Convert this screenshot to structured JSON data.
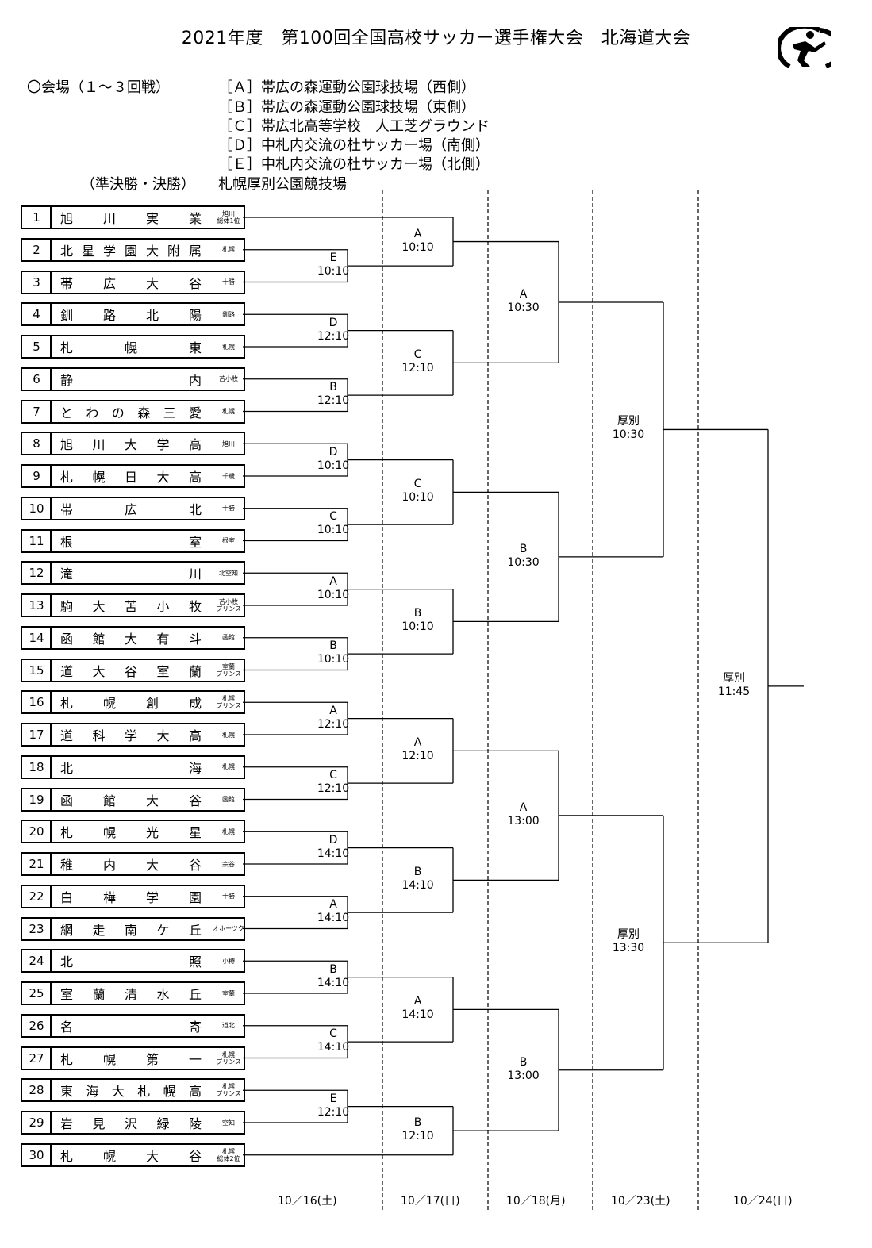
{
  "title": "2021年度　第100回全国高校サッカー選手権大会　北海道大会",
  "venues": {
    "label": "〇会場（１～３回戦）",
    "list": [
      "［Ａ］帯広の森運動公園球技場（西側）",
      "［Ｂ］帯広の森運動公園球技場（東側）",
      "［Ｃ］帯広北高等学校　人工芝グラウンド",
      "［Ｄ］中札内交流の杜サッカー場（南側）",
      "［Ｅ］中札内交流の杜サッカー場（北側）"
    ],
    "final_label": "（準決勝・決勝）",
    "final_venue": "札幌厚別公園競技場"
  },
  "teams": [
    {
      "no": "1",
      "school": "旭川実業",
      "region": "旭川\n総体1位"
    },
    {
      "no": "2",
      "school": "北星学園大附属",
      "region": "札幌"
    },
    {
      "no": "3",
      "school": "帯広大谷",
      "region": "十勝"
    },
    {
      "no": "4",
      "school": "釧路北陽",
      "region": "釧路"
    },
    {
      "no": "5",
      "school": "札幌東",
      "region": "札幌"
    },
    {
      "no": "6",
      "school": "静内",
      "region": "苫小牧"
    },
    {
      "no": "7",
      "school": "とわの森三愛",
      "region": "札幌"
    },
    {
      "no": "8",
      "school": "旭川大学高",
      "region": "旭川"
    },
    {
      "no": "9",
      "school": "札幌日大高",
      "region": "千歳"
    },
    {
      "no": "10",
      "school": "帯広北",
      "region": "十勝"
    },
    {
      "no": "11",
      "school": "根室",
      "region": "根室"
    },
    {
      "no": "12",
      "school": "滝川",
      "region": "北空知"
    },
    {
      "no": "13",
      "school": "駒大苫小牧",
      "region": "苫小牧\nプリンス"
    },
    {
      "no": "14",
      "school": "函館大有斗",
      "region": "函館"
    },
    {
      "no": "15",
      "school": "道大谷室蘭",
      "region": "室蘭\nプリンス"
    },
    {
      "no": "16",
      "school": "札幌創成",
      "region": "札幌\nプリンス"
    },
    {
      "no": "17",
      "school": "道科学大高",
      "region": "札幌"
    },
    {
      "no": "18",
      "school": "北海",
      "region": "札幌"
    },
    {
      "no": "19",
      "school": "函館大谷",
      "region": "函館"
    },
    {
      "no": "20",
      "school": "札幌光星",
      "region": "札幌"
    },
    {
      "no": "21",
      "school": "稚内大谷",
      "region": "宗谷"
    },
    {
      "no": "22",
      "school": "白樺学園",
      "region": "十勝"
    },
    {
      "no": "23",
      "school": "網走南ケ丘",
      "region": "オホーツク"
    },
    {
      "no": "24",
      "school": "北照",
      "region": "小樽"
    },
    {
      "no": "25",
      "school": "室蘭清水丘",
      "region": "室蘭"
    },
    {
      "no": "26",
      "school": "名寄",
      "region": "道北"
    },
    {
      "no": "27",
      "school": "札幌第一",
      "region": "札幌\nプリンス"
    },
    {
      "no": "28",
      "school": "東海大札幌高",
      "region": "札幌\nプリンス"
    },
    {
      "no": "29",
      "school": "岩見沢緑陵",
      "region": "空知"
    },
    {
      "no": "30",
      "school": "札幌大谷",
      "region": "札幌\n総体2位"
    }
  ],
  "matches": {
    "r1": [
      {
        "venue": "E",
        "time": "10:10"
      },
      {
        "venue": "D",
        "time": "12:10"
      },
      {
        "venue": "B",
        "time": "12:10"
      },
      {
        "venue": "D",
        "time": "10:10"
      },
      {
        "venue": "C",
        "time": "10:10"
      },
      {
        "venue": "A",
        "time": "10:10"
      },
      {
        "venue": "B",
        "time": "10:10"
      },
      {
        "venue": "A",
        "time": "12:10"
      },
      {
        "venue": "C",
        "time": "12:10"
      },
      {
        "venue": "D",
        "time": "14:10"
      },
      {
        "venue": "A",
        "time": "14:10"
      },
      {
        "venue": "B",
        "time": "14:10"
      },
      {
        "venue": "C",
        "time": "14:10"
      },
      {
        "venue": "E",
        "time": "12:10"
      }
    ],
    "r2": [
      {
        "venue": "A",
        "time": "10:10"
      },
      {
        "venue": "C",
        "time": "12:10"
      },
      {
        "venue": "C",
        "time": "10:10"
      },
      {
        "venue": "B",
        "time": "10:10"
      },
      {
        "venue": "A",
        "time": "12:10"
      },
      {
        "venue": "B",
        "time": "14:10"
      },
      {
        "venue": "A",
        "time": "14:10"
      },
      {
        "venue": "B",
        "time": "12:10"
      }
    ],
    "r3": [
      {
        "venue": "A",
        "time": "10:30"
      },
      {
        "venue": "B",
        "time": "10:30"
      },
      {
        "venue": "A",
        "time": "13:00"
      },
      {
        "venue": "B",
        "time": "13:00"
      }
    ],
    "sf": [
      {
        "venue": "厚別",
        "time": "10:30"
      },
      {
        "venue": "厚別",
        "time": "13:30"
      }
    ],
    "final": {
      "venue": "厚別",
      "time": "11:45"
    }
  },
  "dates": [
    "10／16(土)",
    "10／17(日)",
    "10／18(月)",
    "10／23(土)",
    "10／24(日)"
  ],
  "colors": {
    "line": "#000000",
    "background": "#ffffff"
  },
  "icons": [
    "soccer-player-logo-icon"
  ]
}
